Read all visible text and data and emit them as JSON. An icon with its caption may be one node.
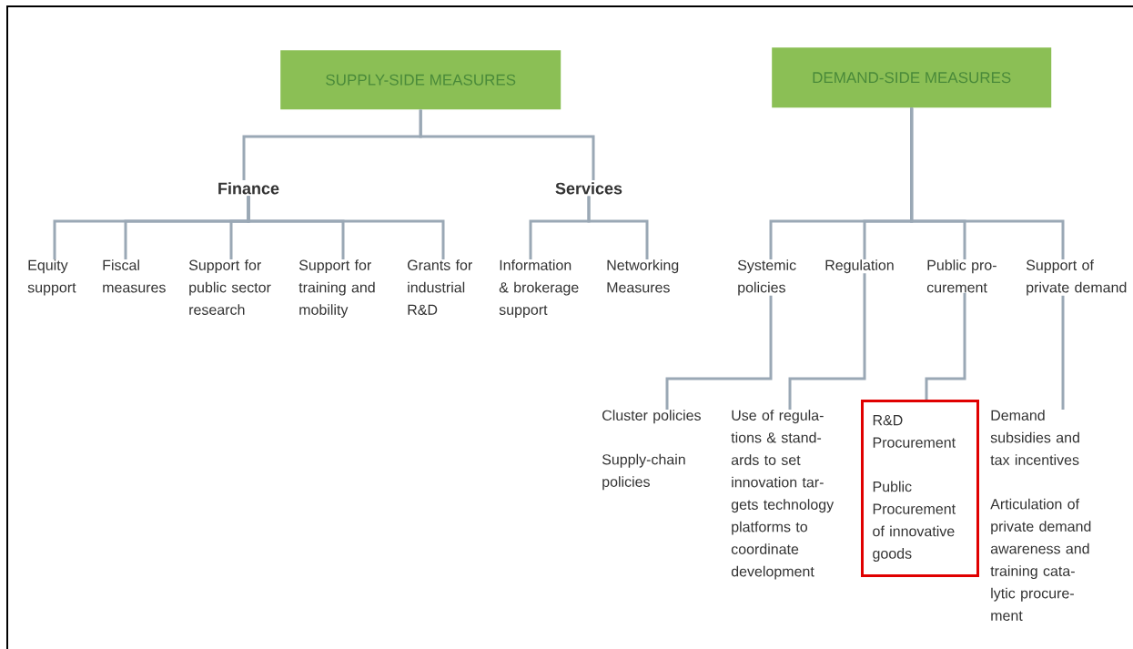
{
  "diagram": {
    "nodes": [
      {
        "text": [
          "SUPPLY-SIDE MEASURES"
        ]
      },
      {
        "text": [
          "DEMAND-SIDE MEASURES"
        ]
      },
      {
        "text": [
          "Finance"
        ]
      },
      {
        "text": [
          "Services"
        ]
      },
      {
        "text": [
          "Equity support"
        ]
      },
      {
        "text": [
          "Fiscal measures"
        ]
      },
      {
        "text": [
          "Support for public sector research"
        ]
      },
      {
        "text": [
          "Support for training and mobility"
        ]
      },
      {
        "text": [
          "Grants for industrial R&D"
        ]
      },
      {
        "text": [
          "Information & brokerage support"
        ]
      },
      {
        "text": [
          "Networking Measures"
        ]
      },
      {
        "text": [
          "Systemic policies"
        ]
      },
      {
        "text": [
          "Regulation"
        ]
      },
      {
        "text": [
          "Public pro- curement"
        ]
      },
      {
        "text": [
          "Support of private demand"
        ]
      },
      {
        "text": [
          "Cluster policies",
          "Supply-chain policies"
        ]
      },
      {
        "text": [
          "Use of regula- tions & stand- ards to set innovation tar- gets technology platforms to coordinate development"
        ]
      },
      {
        "text": [
          "R&D Procurement",
          "Public Procurement of innovative goods"
        ]
      },
      {
        "text": [
          "Demand subsidies and tax incentives",
          "Articulation of private demand awareness and training cata- lytic procure- ment"
        ]
      }
    ],
    "edges": [
      {
        "from": 0,
        "to": 2,
        "arrow": "none"
      },
      {
        "from": 0,
        "to": 3,
        "arrow": "none"
      },
      {
        "from": 2,
        "to": 4,
        "arrow": "none"
      },
      {
        "from": 2,
        "to": 5,
        "arrow": "none"
      },
      {
        "from": 2,
        "to": 6,
        "arrow": "none"
      },
      {
        "from": 2,
        "to": 7,
        "arrow": "none"
      },
      {
        "from": 2,
        "to": 8,
        "arrow": "none"
      },
      {
        "from": 3,
        "to": 9,
        "arrow": "none"
      },
      {
        "from": 3,
        "to": 10,
        "arrow": "none"
      },
      {
        "from": 1,
        "to": 11,
        "arrow": "none"
      },
      {
        "from": 1,
        "to": 12,
        "arrow": "none"
      },
      {
        "from": 1,
        "to": 13,
        "arrow": "none"
      },
      {
        "from": 1,
        "to": 14,
        "arrow": "none"
      },
      {
        "from": 11,
        "to": 15,
        "arrow": "none"
      },
      {
        "from": 12,
        "to": 16,
        "arrow": "none"
      },
      {
        "from": 13,
        "to": 17,
        "arrow": "none"
      },
      {
        "from": 14,
        "to": 18,
        "arrow": "none"
      }
    ]
  }
}
